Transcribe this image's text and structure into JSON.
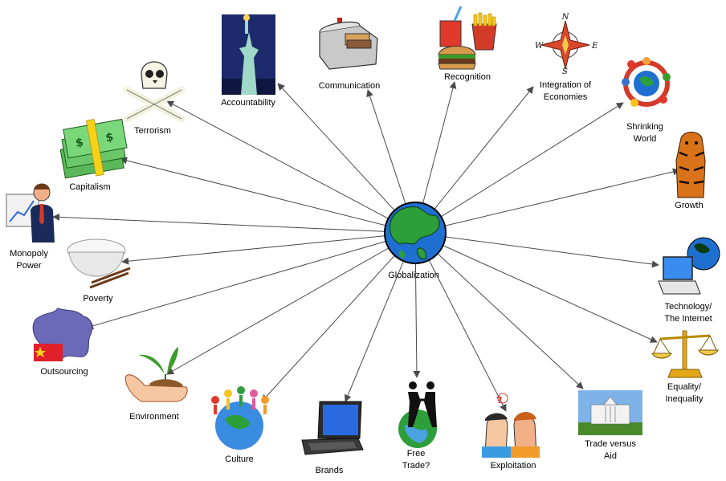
{
  "center": {
    "label": "Globalization",
    "icon": "globe-icon"
  },
  "nodes": [
    {
      "id": "accountability",
      "lines": [
        "Accountability"
      ],
      "icon": "statue-of-liberty-icon"
    },
    {
      "id": "communication",
      "lines": [
        "Communication"
      ],
      "icon": "mailbox-icon"
    },
    {
      "id": "recognition",
      "lines": [
        "Recognition"
      ],
      "icon": "fast-food-icon"
    },
    {
      "id": "integration",
      "lines": [
        "Integration of",
        "Economies"
      ],
      "icon": "compass-rose-icon"
    },
    {
      "id": "shrinking",
      "lines": [
        "Shrinking",
        "World"
      ],
      "icon": "people-around-globe-icon"
    },
    {
      "id": "growth",
      "lines": [
        "Growth"
      ],
      "icon": "tiger-icon"
    },
    {
      "id": "technology",
      "lines": [
        "Technology/",
        "The Internet"
      ],
      "icon": "laptop-globe-icon"
    },
    {
      "id": "equality",
      "lines": [
        "Equality/",
        "Inequality"
      ],
      "icon": "scales-icon"
    },
    {
      "id": "trade-aid",
      "lines": [
        "Trade versus",
        "Aid"
      ],
      "icon": "white-house-icon"
    },
    {
      "id": "exploitation",
      "lines": [
        "Exploitation"
      ],
      "icon": "arguing-faces-icon"
    },
    {
      "id": "free-trade",
      "lines": [
        "Free",
        "Trade?"
      ],
      "icon": "handshake-icon"
    },
    {
      "id": "brands",
      "lines": [
        "Brands"
      ],
      "icon": "laptop-icon"
    },
    {
      "id": "culture",
      "lines": [
        "Culture"
      ],
      "icon": "people-on-globe-icon"
    },
    {
      "id": "environment",
      "lines": [
        "Environment"
      ],
      "icon": "hand-seedling-icon"
    },
    {
      "id": "outsourcing",
      "lines": [
        "Outsourcing"
      ],
      "icon": "china-map-icon"
    },
    {
      "id": "poverty",
      "lines": [
        "Poverty"
      ],
      "icon": "rice-bowl-icon"
    },
    {
      "id": "monopoly",
      "lines": [
        "Monopoly",
        "Power"
      ],
      "icon": "businessman-icon"
    },
    {
      "id": "capitalism",
      "lines": [
        "Capitalism"
      ],
      "icon": "money-stack-icon"
    },
    {
      "id": "terrorism",
      "lines": [
        "Terrorism"
      ],
      "icon": "skull-crossbones-icon"
    }
  ],
  "colors": {
    "line": "#4a4a4a",
    "ocean": "#1f6fd0",
    "land": "#2e9e3a"
  }
}
